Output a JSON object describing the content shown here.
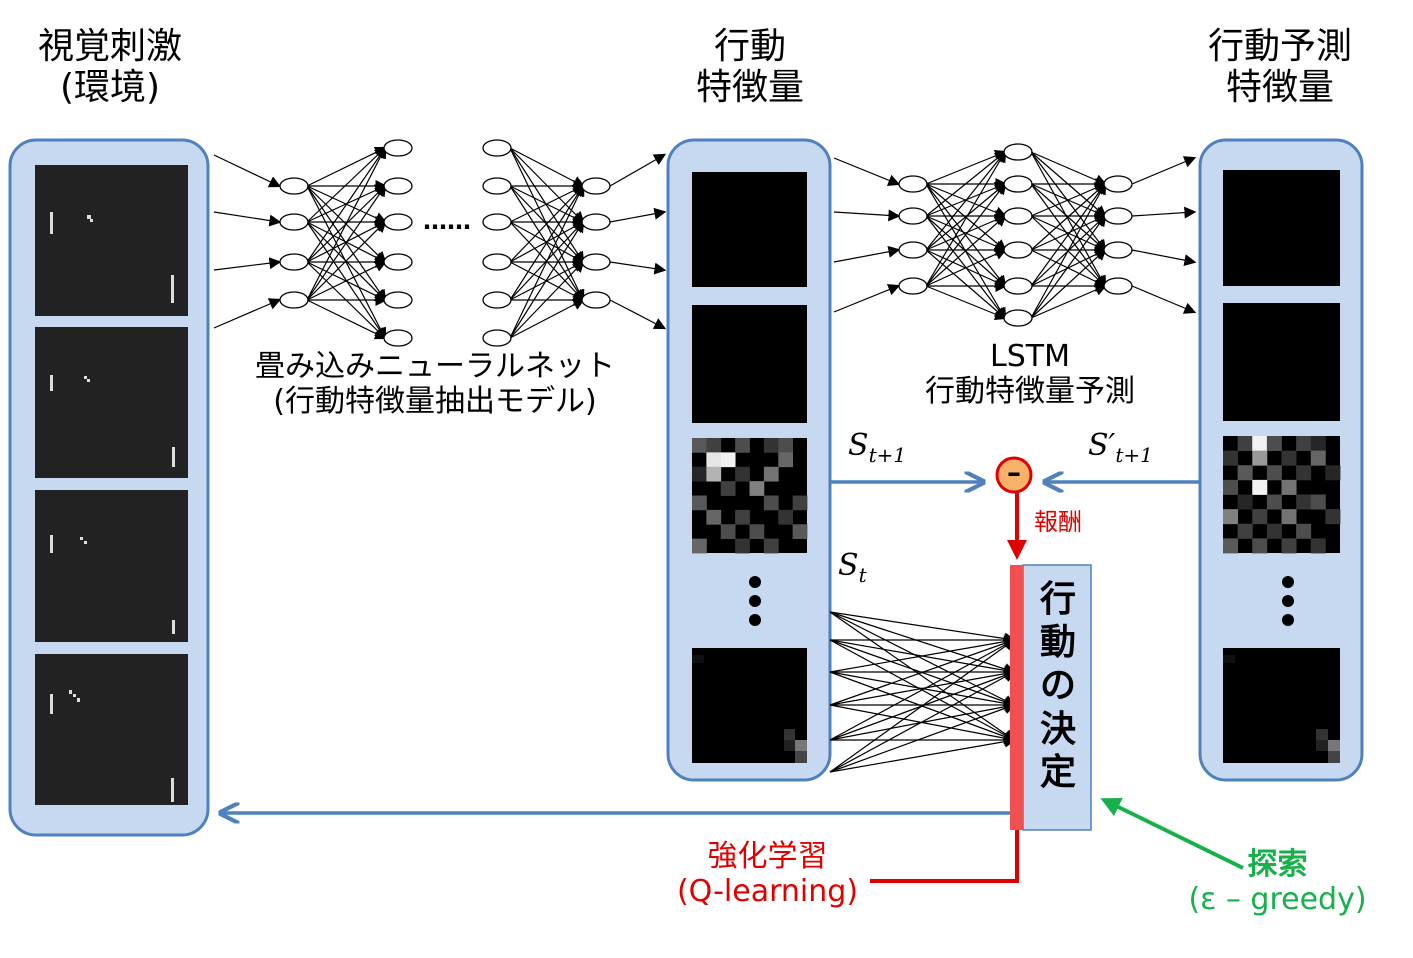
{
  "labels": {
    "visual_line1": "視覚刺激",
    "visual_line2": "(環境)",
    "action_feat_line1": "行動",
    "action_feat_line2": "特徴量",
    "pred_feat_line1": "行動予測",
    "pred_feat_line2": "特徴量",
    "cnn_line1": "畳み込みニューラルネット",
    "cnn_line2": "(行動特徴量抽出モデル)",
    "lstm_line1": "LSTM",
    "lstm_line2": "行動特徴量予測",
    "s_next_base": "S",
    "s_next_sub": "t+1",
    "s_pred_base": "S′",
    "s_pred_sub": "t+1",
    "s_t_base": "S",
    "s_t_sub": "t",
    "minus": "–",
    "reward": "報酬",
    "decision_chars": [
      "行",
      "動",
      "の",
      "決",
      "定"
    ],
    "rl_line1": "強化学習",
    "rl_line2": "(Q-learning)",
    "explore_line1": "探索",
    "explore_line2": "(ε – greedy)",
    "ellipsis": "……"
  },
  "colors": {
    "panel_fill": "#c6d9f1",
    "panel_stroke": "#4f81bd",
    "arrow_blue": "#4f81bd",
    "red": "#e00000",
    "green": "#17b04a",
    "frame_bg": "#222222"
  }
}
